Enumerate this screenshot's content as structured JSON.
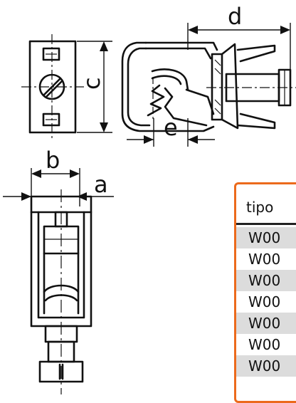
{
  "labels": {
    "a": "a",
    "b": "b",
    "c": "c",
    "d": "d",
    "e": "e"
  },
  "table": {
    "header": "tipo",
    "border_color": "#ec6a1c",
    "rows": [
      "W00",
      "W00",
      "W00",
      "W00",
      "W00",
      "W00",
      "W00"
    ]
  }
}
